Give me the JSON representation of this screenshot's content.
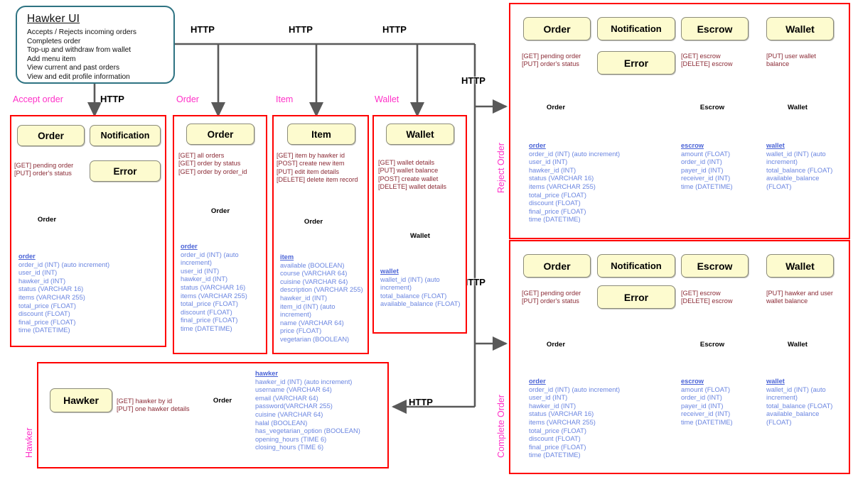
{
  "hawker_ui": {
    "title": "Hawker UI",
    "features": [
      "Accepts / Rejects incoming orders",
      "Completes order",
      "Top-up and withdraw from wallet",
      "Add menu item",
      "View current and past orders",
      "View and edit profile information"
    ]
  },
  "protocol_labels": {
    "http": "HTTP"
  },
  "flow_labels": {
    "accept_order": "Accept order",
    "order": "Order",
    "item": "Item",
    "wallet": "Wallet",
    "reject_order": "Reject Order",
    "complete_order": "Complete Order",
    "hawker": "Hawker"
  },
  "colors": {
    "panel_border": "#ff0000",
    "chip_fill": "#fdfbcf",
    "chip_border": "#8c8c7a",
    "schema_text": "#6a85e0",
    "endpoint_text": "#8b2b36",
    "flow_label": "#ff30c8",
    "ui_border": "#2e7382",
    "connector": "#595959"
  },
  "panels": {
    "accept_order": {
      "flow_label": "Accept order",
      "services": [
        {
          "name": "Order"
        },
        {
          "name": "Notification"
        },
        {
          "name": "Error"
        }
      ],
      "endpoints": [
        "[GET] pending order",
        "[PUT] order's status"
      ],
      "database": {
        "name": "Order"
      },
      "schemas": [
        {
          "table": "order",
          "fields": [
            "order_id (INT) (auto increment)",
            "user_id (INT)",
            "hawker_id (INT)",
            "status (VARCHAR 16)",
            "items (VARCHAR 255)",
            "total_price (FLOAT)",
            "discount (FLOAT)",
            "final_price (FLOAT)",
            "time (DATETIME)"
          ]
        }
      ]
    },
    "order": {
      "flow_label": "Order",
      "services": [
        {
          "name": "Order"
        }
      ],
      "endpoints": [
        "[GET] all orders",
        "[GET] order by status",
        "[GET] order by order_id"
      ],
      "database": {
        "name": "Order"
      },
      "schemas": [
        {
          "table": "order",
          "fields": [
            "order_id (INT) (auto increment)",
            "user_id (INT)",
            "hawker_id (INT)",
            "status (VARCHAR 16)",
            "items (VARCHAR 255)",
            "total_price (FLOAT)",
            "discount (FLOAT)",
            "final_price (FLOAT)",
            "time (DATETIME)"
          ]
        }
      ]
    },
    "item": {
      "flow_label": "Item",
      "services": [
        {
          "name": "Item"
        }
      ],
      "endpoints": [
        "[GET] item by hawker id",
        "[POST] create new item",
        "[PUT] edit item details",
        "[DELETE] delete item record"
      ],
      "database": {
        "name": "Order"
      },
      "schemas": [
        {
          "table": "item",
          "fields": [
            "available (BOOLEAN)",
            "course (VARCHAR 64)",
            "cuisine (VARCHAR 64)",
            "description (VARCHAR 255)",
            "hawker_id (INT)",
            "item_id (INT) (auto increment)",
            "name (VARCHAR 64)",
            "price (FLOAT)",
            "vegetarian (BOOLEAN)"
          ]
        }
      ]
    },
    "wallet": {
      "flow_label": "Wallet",
      "services": [
        {
          "name": "Wallet"
        }
      ],
      "endpoints": [
        "[GET] wallet details",
        "[PUT] wallet balance",
        "[POST] create wallet",
        "[DELETE] wallet details"
      ],
      "database": {
        "name": "Wallet"
      },
      "schemas": [
        {
          "table": "wallet",
          "fields": [
            "wallet_id (INT) (auto increment)",
            "total_balance (FLOAT)",
            "available_balance (FLOAT)"
          ]
        }
      ]
    },
    "reject_order": {
      "flow_label": "Reject Order",
      "services": [
        {
          "name": "Order"
        },
        {
          "name": "Notification"
        },
        {
          "name": "Escrow"
        },
        {
          "name": "Wallet"
        },
        {
          "name": "Error"
        }
      ],
      "endpoint_groups": [
        {
          "for": "Order",
          "lines": [
            "[GET] pending order",
            "[PUT] order's status"
          ]
        },
        {
          "for": "Escrow",
          "lines": [
            "[GET] escrow",
            "[DELETE] escrow"
          ]
        },
        {
          "for": "Wallet",
          "lines": [
            "[PUT] user wallet balance"
          ]
        }
      ],
      "databases": [
        {
          "name": "Order"
        },
        {
          "name": "Escrow"
        },
        {
          "name": "Wallet"
        }
      ],
      "schemas": [
        {
          "table": "order",
          "fields": [
            "order_id (INT) (auto increment)",
            "user_id (INT)",
            "hawker_id (INT)",
            "status (VARCHAR 16)",
            "items (VARCHAR 255)",
            "total_price (FLOAT)",
            "discount (FLOAT)",
            "final_price (FLOAT)",
            "time (DATETIME)"
          ]
        },
        {
          "table": "escrow",
          "fields": [
            "amount (FLOAT)",
            "order_id (INT)",
            "payer_id (INT)",
            "receiver_id (INT)",
            "time (DATETIME)"
          ]
        },
        {
          "table": "wallet",
          "fields": [
            "wallet_id (INT) (auto increment)",
            "total_balance (FLOAT)",
            "available_balance (FLOAT)"
          ]
        }
      ]
    },
    "complete_order": {
      "flow_label": "Complete Order",
      "services": [
        {
          "name": "Order"
        },
        {
          "name": "Notification"
        },
        {
          "name": "Escrow"
        },
        {
          "name": "Wallet"
        },
        {
          "name": "Error"
        }
      ],
      "endpoint_groups": [
        {
          "for": "Order",
          "lines": [
            "[GET] pending order",
            "[PUT] order's status"
          ]
        },
        {
          "for": "Escrow",
          "lines": [
            "[GET] escrow",
            "[DELETE] escrow"
          ]
        },
        {
          "for": "Wallet",
          "lines": [
            "[PUT] hawker and user wallet balance"
          ]
        }
      ],
      "databases": [
        {
          "name": "Order"
        },
        {
          "name": "Escrow"
        },
        {
          "name": "Wallet"
        }
      ],
      "schemas": [
        {
          "table": "order",
          "fields": [
            "order_id (INT) (auto increment)",
            "user_id (INT)",
            "hawker_id (INT)",
            "status (VARCHAR 16)",
            "items (VARCHAR 255)",
            "total_price (FLOAT)",
            "discount (FLOAT)",
            "final_price (FLOAT)",
            "time (DATETIME)"
          ]
        },
        {
          "table": "escrow",
          "fields": [
            "amount (FLOAT)",
            "order_id (INT)",
            "payer_id (INT)",
            "receiver_id (INT)",
            "time (DATETIME)"
          ]
        },
        {
          "table": "wallet",
          "fields": [
            "wallet_id (INT) (auto increment)",
            "total_balance (FLOAT)",
            "available_balance (FLOAT)"
          ]
        }
      ]
    },
    "hawker": {
      "flow_label": "Hawker",
      "services": [
        {
          "name": "Hawker"
        }
      ],
      "endpoints": [
        "[GET] hawker by id",
        "[PUT] one hawker details"
      ],
      "database": {
        "name": "Order"
      },
      "schemas": [
        {
          "table": "hawker",
          "fields": [
            "hawker_id (INT) (auto increment)",
            "username (VARCHAR 64)",
            "email (VARCHAR 64)",
            "password(VARCHAR 255)",
            "cuisine (VARCHAR 64)",
            "halal (BOOLEAN)",
            "has_vegetarian_option (BOOLEAN)",
            "opening_hours (TIME 6)",
            "closing_hours (TIME 6)"
          ]
        }
      ]
    }
  }
}
